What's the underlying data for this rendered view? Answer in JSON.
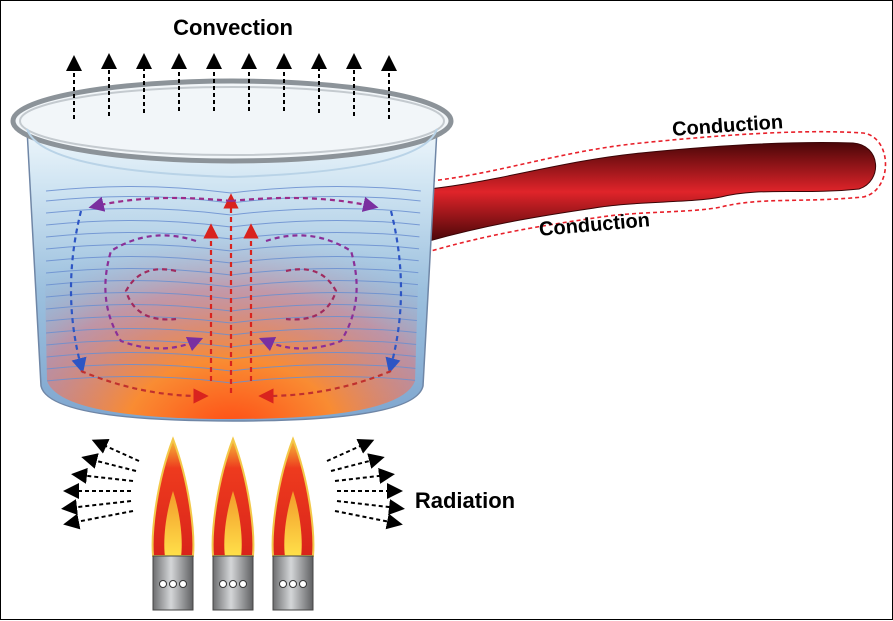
{
  "labels": {
    "convection": "Convection",
    "conduction_top": "Conduction",
    "conduction_bottom": "Conduction",
    "radiation": "Radiation"
  },
  "colors": {
    "hot": "#e8202a",
    "cool": "#3a5fc8",
    "flame_outer": "#e8261c",
    "flame_inner": "#ffd23a",
    "handle": "#c8141a",
    "pot_rim": "#8c9399"
  }
}
